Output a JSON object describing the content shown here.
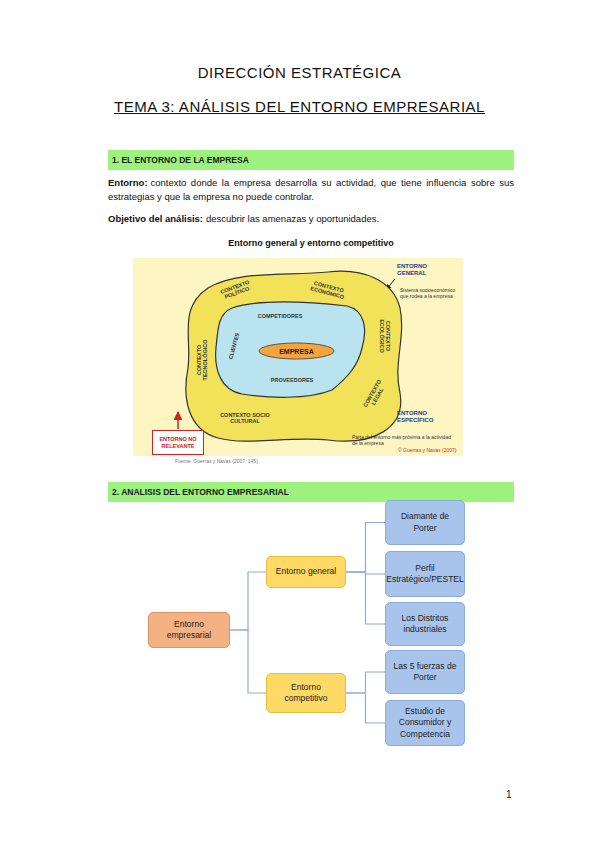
{
  "diagram": {
    "title": "DIRECCIÓN ESTRATÉGICA",
    "caption": "Entorno general y entorno competitivo",
    "nodes": [
      {
        "text": [
          "1. EL ENTORNO DE LA EMPRESA"
        ]
      },
      {
        "text": [
          "CONTEXTO POLÍTICO",
          "CONTEXTO ECONÓMICO",
          "CONTEXTO TECNOLÓGICO",
          "CONTEXTO ECOLÓGICO",
          "CONTEXTO LEGAL",
          "CONTEXTO SOCIO CULTURAL"
        ]
      },
      {
        "text": [
          "COMPETIDORES",
          "CLIENTES",
          "PROVEEDORES"
        ],
        "in": 1
      },
      {
        "text": [
          "EMPRESA"
        ],
        "in": 2
      },
      {
        "text": [
          "ENTORNO NO RELEVANTE"
        ]
      },
      {
        "text": [
          "2. ANALISIS DEL ENTORNO EMPRESARIAL"
        ]
      },
      {
        "text": [
          "Entorno empresarial"
        ]
      },
      {
        "text": [
          "Entorno general"
        ]
      },
      {
        "text": [
          "Diamante de Porter"
        ]
      },
      {
        "text": [
          "Perfil Estratégico/PESTEL"
        ]
      },
      {
        "text": [
          "Los Distritos industriales"
        ]
      },
      {
        "text": [
          "Entorno competitivo"
        ]
      },
      {
        "text": [
          "Las 5 fuerzas de Porter"
        ]
      },
      {
        "text": [
          "Estudio de Consumidor y Competencia"
        ]
      }
    ],
    "edges": [
      {
        "from": 6,
        "to": 7,
        "arrow": "none"
      },
      {
        "from": 6,
        "to": 11,
        "arrow": "none"
      },
      {
        "from": 7,
        "to": 8,
        "arrow": "none"
      },
      {
        "from": 7,
        "to": 9,
        "arrow": "none"
      },
      {
        "from": 7,
        "to": 10,
        "arrow": "none"
      },
      {
        "from": 11,
        "to": 12,
        "arrow": "none"
      },
      {
        "from": 11,
        "to": 13,
        "arrow": "none"
      }
    ],
    "labels": [
      "TEMA 3: ANÁLISIS DEL ENTORNO EMPRESARIAL",
      "Entorno:",
      "contexto donde la empresa desarrolla su actividad, que tiene influencia sobre sus estrategias y que la empresa no puede controlar.",
      "Objetivo del análisis:",
      "descubrir las amenazas y oportunidades.",
      "ENTORNO GENERAL",
      "Sistema socioeconómico que rodea a la empresa",
      "ENTORNO ESPECÍFICO",
      "Parte del entorno más próxima a la actividad de la empresa",
      "© Guerras y Navas (2007)",
      "Fuente: Guerras y Navas (2007: 145)",
      "1"
    ]
  }
}
